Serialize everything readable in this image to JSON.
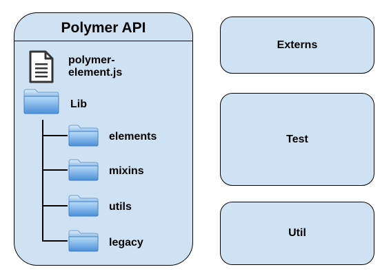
{
  "main": {
    "title": "Polymer API",
    "file": {
      "icon": "document-icon",
      "label_line1": "polymer-",
      "label_line2": "element.js"
    },
    "lib": {
      "icon": "folder-icon",
      "label": "Lib",
      "children": [
        "elements",
        "mixins",
        "utils",
        "legacy"
      ]
    }
  },
  "side": {
    "externs": "Externs",
    "test": "Test",
    "util": "Util"
  },
  "colors": {
    "box_fill": "#cfe2f3",
    "folder_light": "#a9d1f5",
    "folder_dark": "#4a8fd8"
  }
}
